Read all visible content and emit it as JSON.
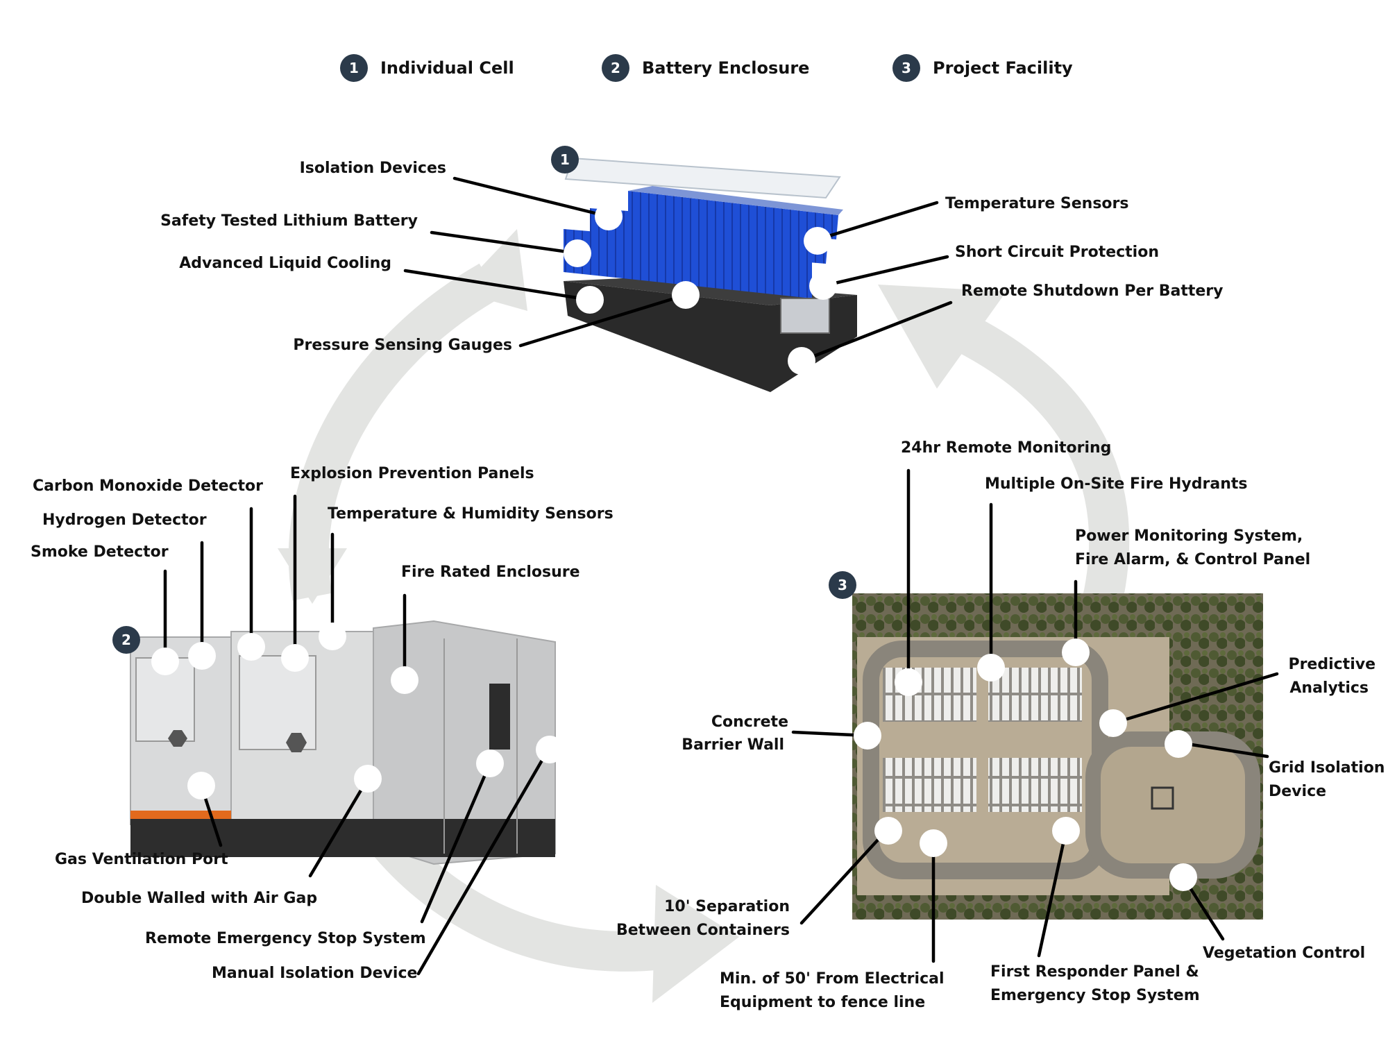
{
  "legend": [
    {
      "number": "1",
      "label": "Individual Cell"
    },
    {
      "number": "2",
      "label": "Battery Enclosure"
    },
    {
      "number": "3",
      "label": "Project Facility"
    }
  ],
  "badges": {
    "cell": "1",
    "enclosure": "2",
    "facility": "3"
  },
  "cell_callouts": {
    "isolation_devices": "Isolation Devices",
    "safety_tested_lithium_battery": "Safety Tested Lithium Battery",
    "advanced_liquid_cooling": "Advanced Liquid Cooling",
    "pressure_sensing_gauges": "Pressure Sensing Gauges",
    "temperature_sensors": "Temperature Sensors",
    "short_circuit_protection": "Short Circuit Protection",
    "remote_shutdown_per_battery": "Remote Shutdown Per Battery"
  },
  "enclosure_callouts": {
    "carbon_monoxide_detector": "Carbon Monoxide Detector",
    "explosion_prevention_panels": "Explosion Prevention Panels",
    "hydrogen_detector": "Hydrogen Detector",
    "temperature_humidity_sensors": "Temperature & Humidity Sensors",
    "smoke_detector": "Smoke Detector",
    "fire_rated_enclosure": "Fire Rated Enclosure",
    "gas_ventilation_port": "Gas Ventilation Port",
    "double_walled": "Double Walled with Air Gap",
    "remote_emergency_stop": "Remote Emergency Stop System",
    "manual_isolation_device": "Manual Isolation Device"
  },
  "facility_callouts": {
    "remote_monitoring": "24hr Remote Monitoring",
    "fire_hydrants": "Multiple On-Site Fire Hydrants",
    "power_monitoring": [
      "Power Monitoring System,",
      "Fire Alarm, & Control Panel"
    ],
    "predictive_analytics": [
      "Predictive",
      "Analytics"
    ],
    "concrete_barrier": [
      "Concrete",
      "Barrier Wall"
    ],
    "grid_isolation": [
      "Grid Isolation",
      "Device"
    ],
    "separation": [
      "10' Separation",
      "Between Containers"
    ],
    "vegetation_control": "Vegetation Control",
    "min_50": [
      "Min. of 50' From Electrical",
      "Equipment to fence line"
    ],
    "first_responder": [
      "First Responder Panel &",
      "Emergency Stop System"
    ]
  },
  "colors": {
    "badge": "#2b3a4a",
    "arrow": "#e3e4e2",
    "battery_blue": "#1f4fd6",
    "tray_dark": "#2a2a2a",
    "enclosure_gray": "#d9dadb",
    "enclosure_orange": "#e26a1d",
    "aerial_ground": "#b9ac95",
    "aerial_road": "#8a857b",
    "aerial_trees": "#4f5a33"
  }
}
